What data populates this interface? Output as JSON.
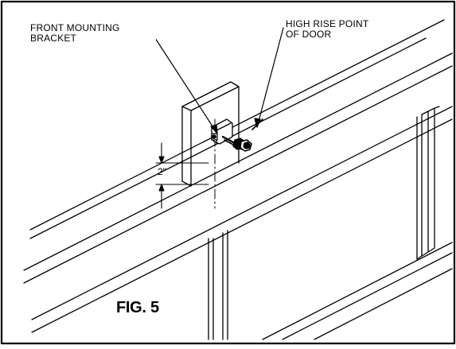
{
  "labels": {
    "front_mounting_bracket": "FRONT MOUNTING\nBRACKET",
    "high_rise_point": "HIGH RISE POINT\nOF DOOR",
    "dimension": "2\"",
    "figure": "FIG. 5"
  }
}
